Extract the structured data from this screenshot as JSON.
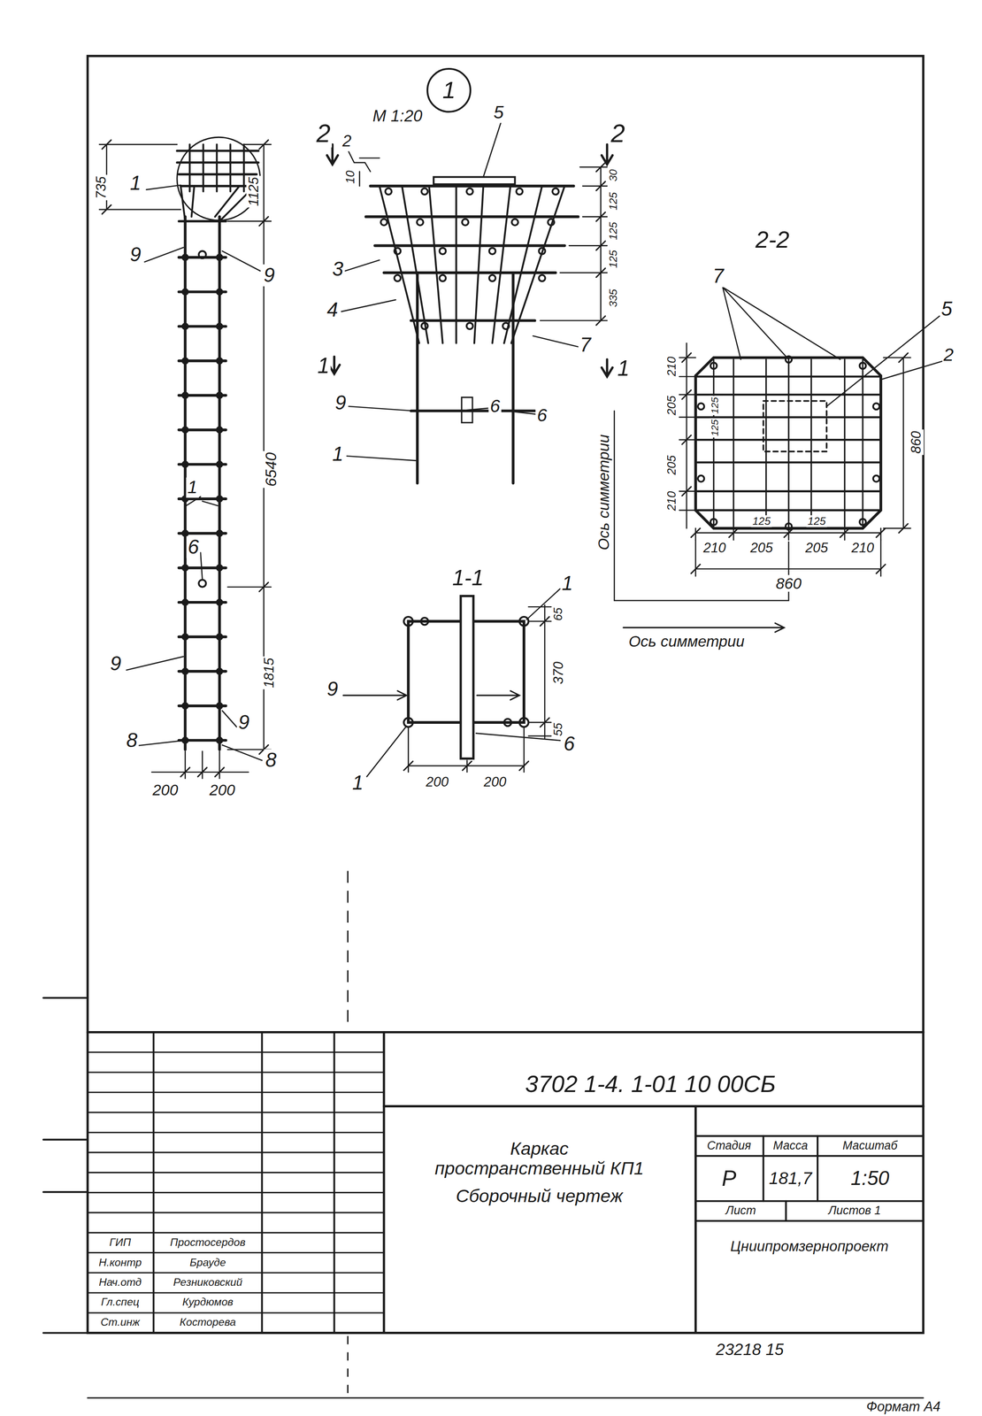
{
  "diagram": {
    "nodes": [
      {
        "text": [
          "1"
        ]
      }
    ],
    "labels": [
      "735",
      "1",
      "1125",
      "9",
      "9",
      "6540",
      "1",
      "6",
      "9",
      "1815",
      "9",
      "8",
      "8",
      "200",
      "200",
      "М 1:20",
      "5",
      "2",
      "2",
      "2",
      "10",
      "30",
      "125",
      "125",
      "125",
      "335",
      "3",
      "4",
      "7",
      "1",
      "1",
      "9",
      "6",
      "6",
      "1",
      "1-1",
      "1",
      "65",
      "370",
      "55",
      "9",
      "6",
      "1",
      "200",
      "200",
      "2-2",
      "7",
      "5",
      "2",
      "210",
      "205",
      "125",
      "125",
      "205",
      "210",
      "860",
      "125",
      "125",
      "210",
      "205",
      "205",
      "210",
      "860",
      "Ось симметрии",
      "Ось симметрии",
      "3702 1-4. 1-01 10 00СБ",
      "Каркас пространственный КП1",
      "Сборочный чертеж",
      "Стадия",
      "Масса",
      "Масштаб",
      "Р",
      "181,7",
      "1:50",
      "Лист",
      "Листов 1",
      "Цниипромзернопроект",
      "ГИП",
      "Простосердов",
      "Н.контр",
      "Брауде",
      "Нач.отд",
      "Резниковский",
      "Гл.спец",
      "Курдюмов",
      "Ст.инж",
      "Косторева",
      "23218 15",
      "Формат А4"
    ]
  }
}
